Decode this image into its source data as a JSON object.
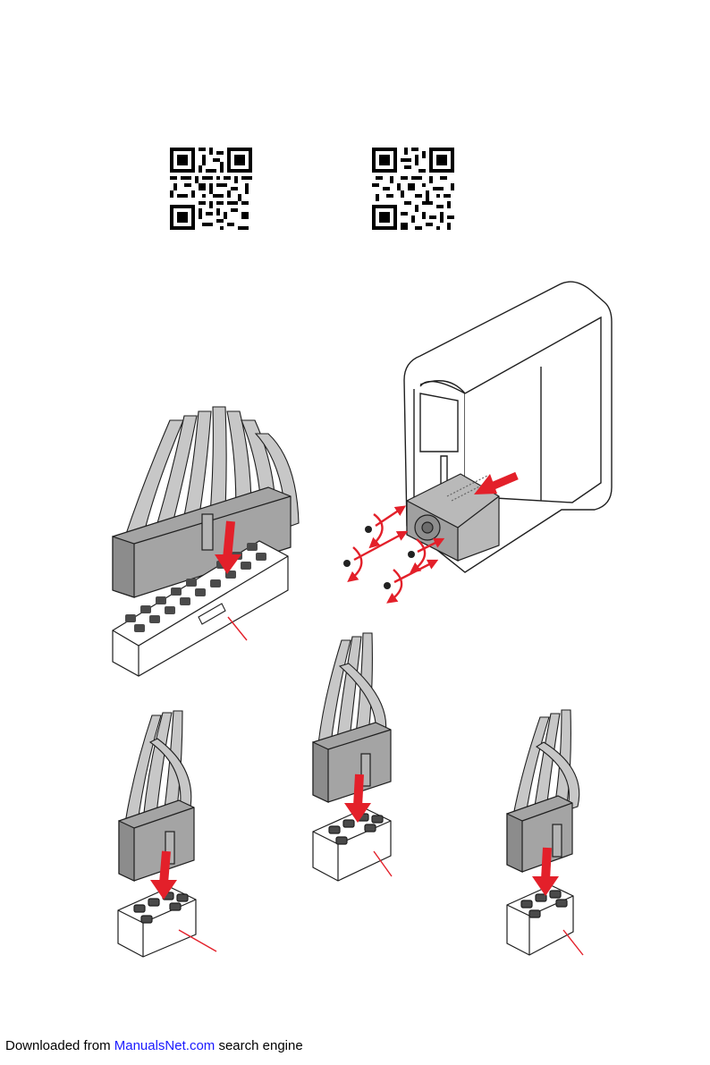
{
  "footer": {
    "prefix": "Downloaded from ",
    "link_text": "ManualsNet.com",
    "suffix": " search engine"
  },
  "colors": {
    "accent_red": "#e3202a",
    "connector_gray": "#a4a4a4",
    "cable_gray": "#c7c7c7",
    "outline": "#1f1f1f",
    "link_blue": "#1a1aff"
  },
  "icons": [
    "qr-code-icon",
    "qr-code-icon",
    "screw-icon",
    "rotate-arrow-icon",
    "insert-arrow-icon"
  ]
}
